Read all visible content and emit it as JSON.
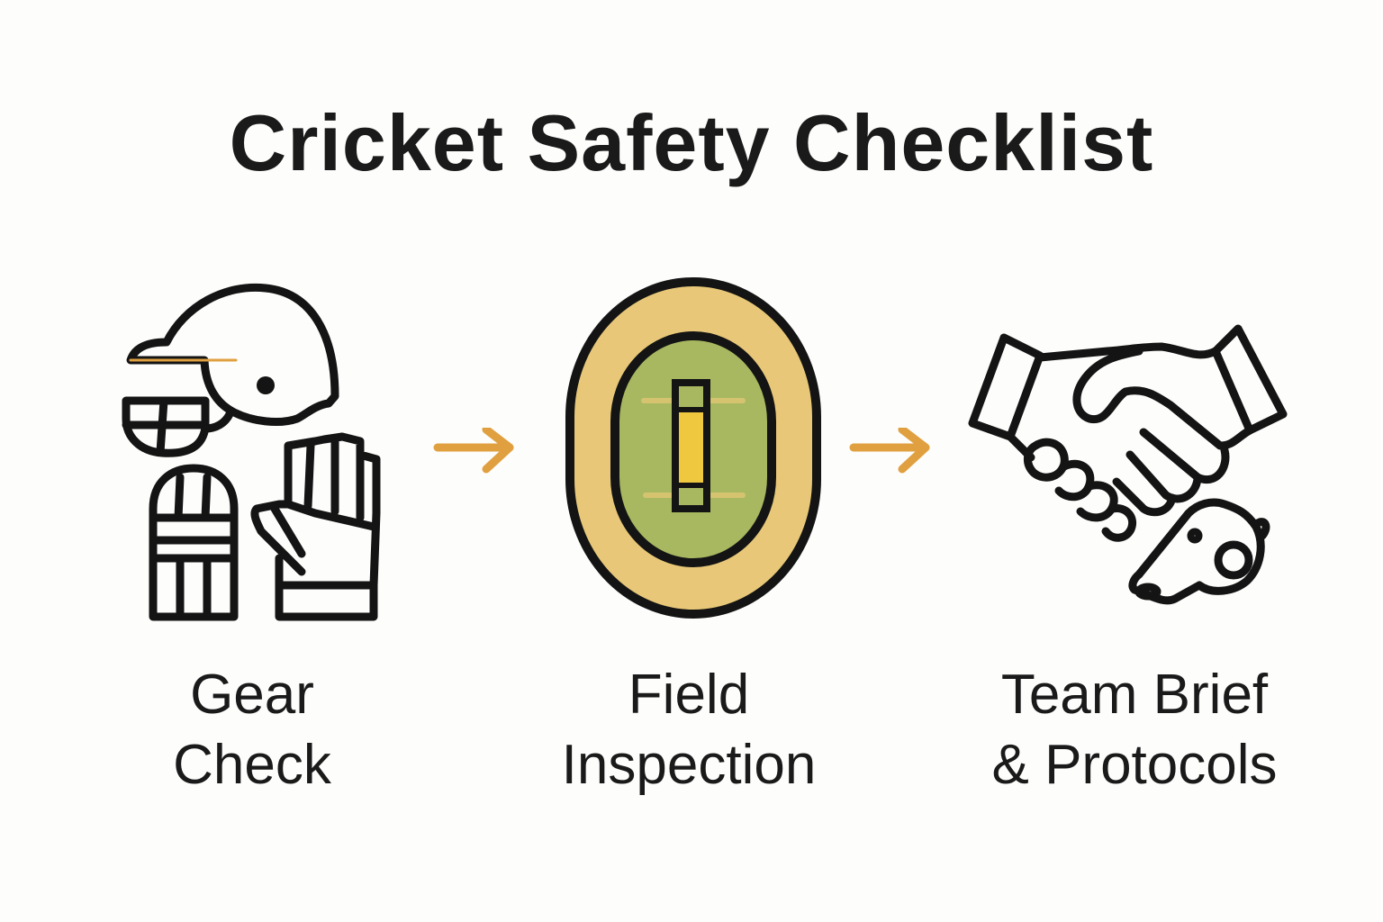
{
  "title": "Cricket Safety Checklist",
  "colors": {
    "arrow": "#e0a040",
    "outfield": "#e8c878",
    "field": "#a8b860",
    "pitch": "#f0c840",
    "stroke": "#141414"
  },
  "steps": [
    {
      "line1": "Gear",
      "line2": "Check",
      "icon": "helmet-pads-gloves-icon"
    },
    {
      "line1": "Field",
      "line2": "Inspection",
      "icon": "cricket-field-icon"
    },
    {
      "line1": "Team Brief",
      "line2": "& Protocols",
      "icon": "handshake-whistle-icon"
    }
  ],
  "connectors": [
    {
      "icon": "arrow-right-icon"
    },
    {
      "icon": "arrow-right-icon"
    }
  ]
}
